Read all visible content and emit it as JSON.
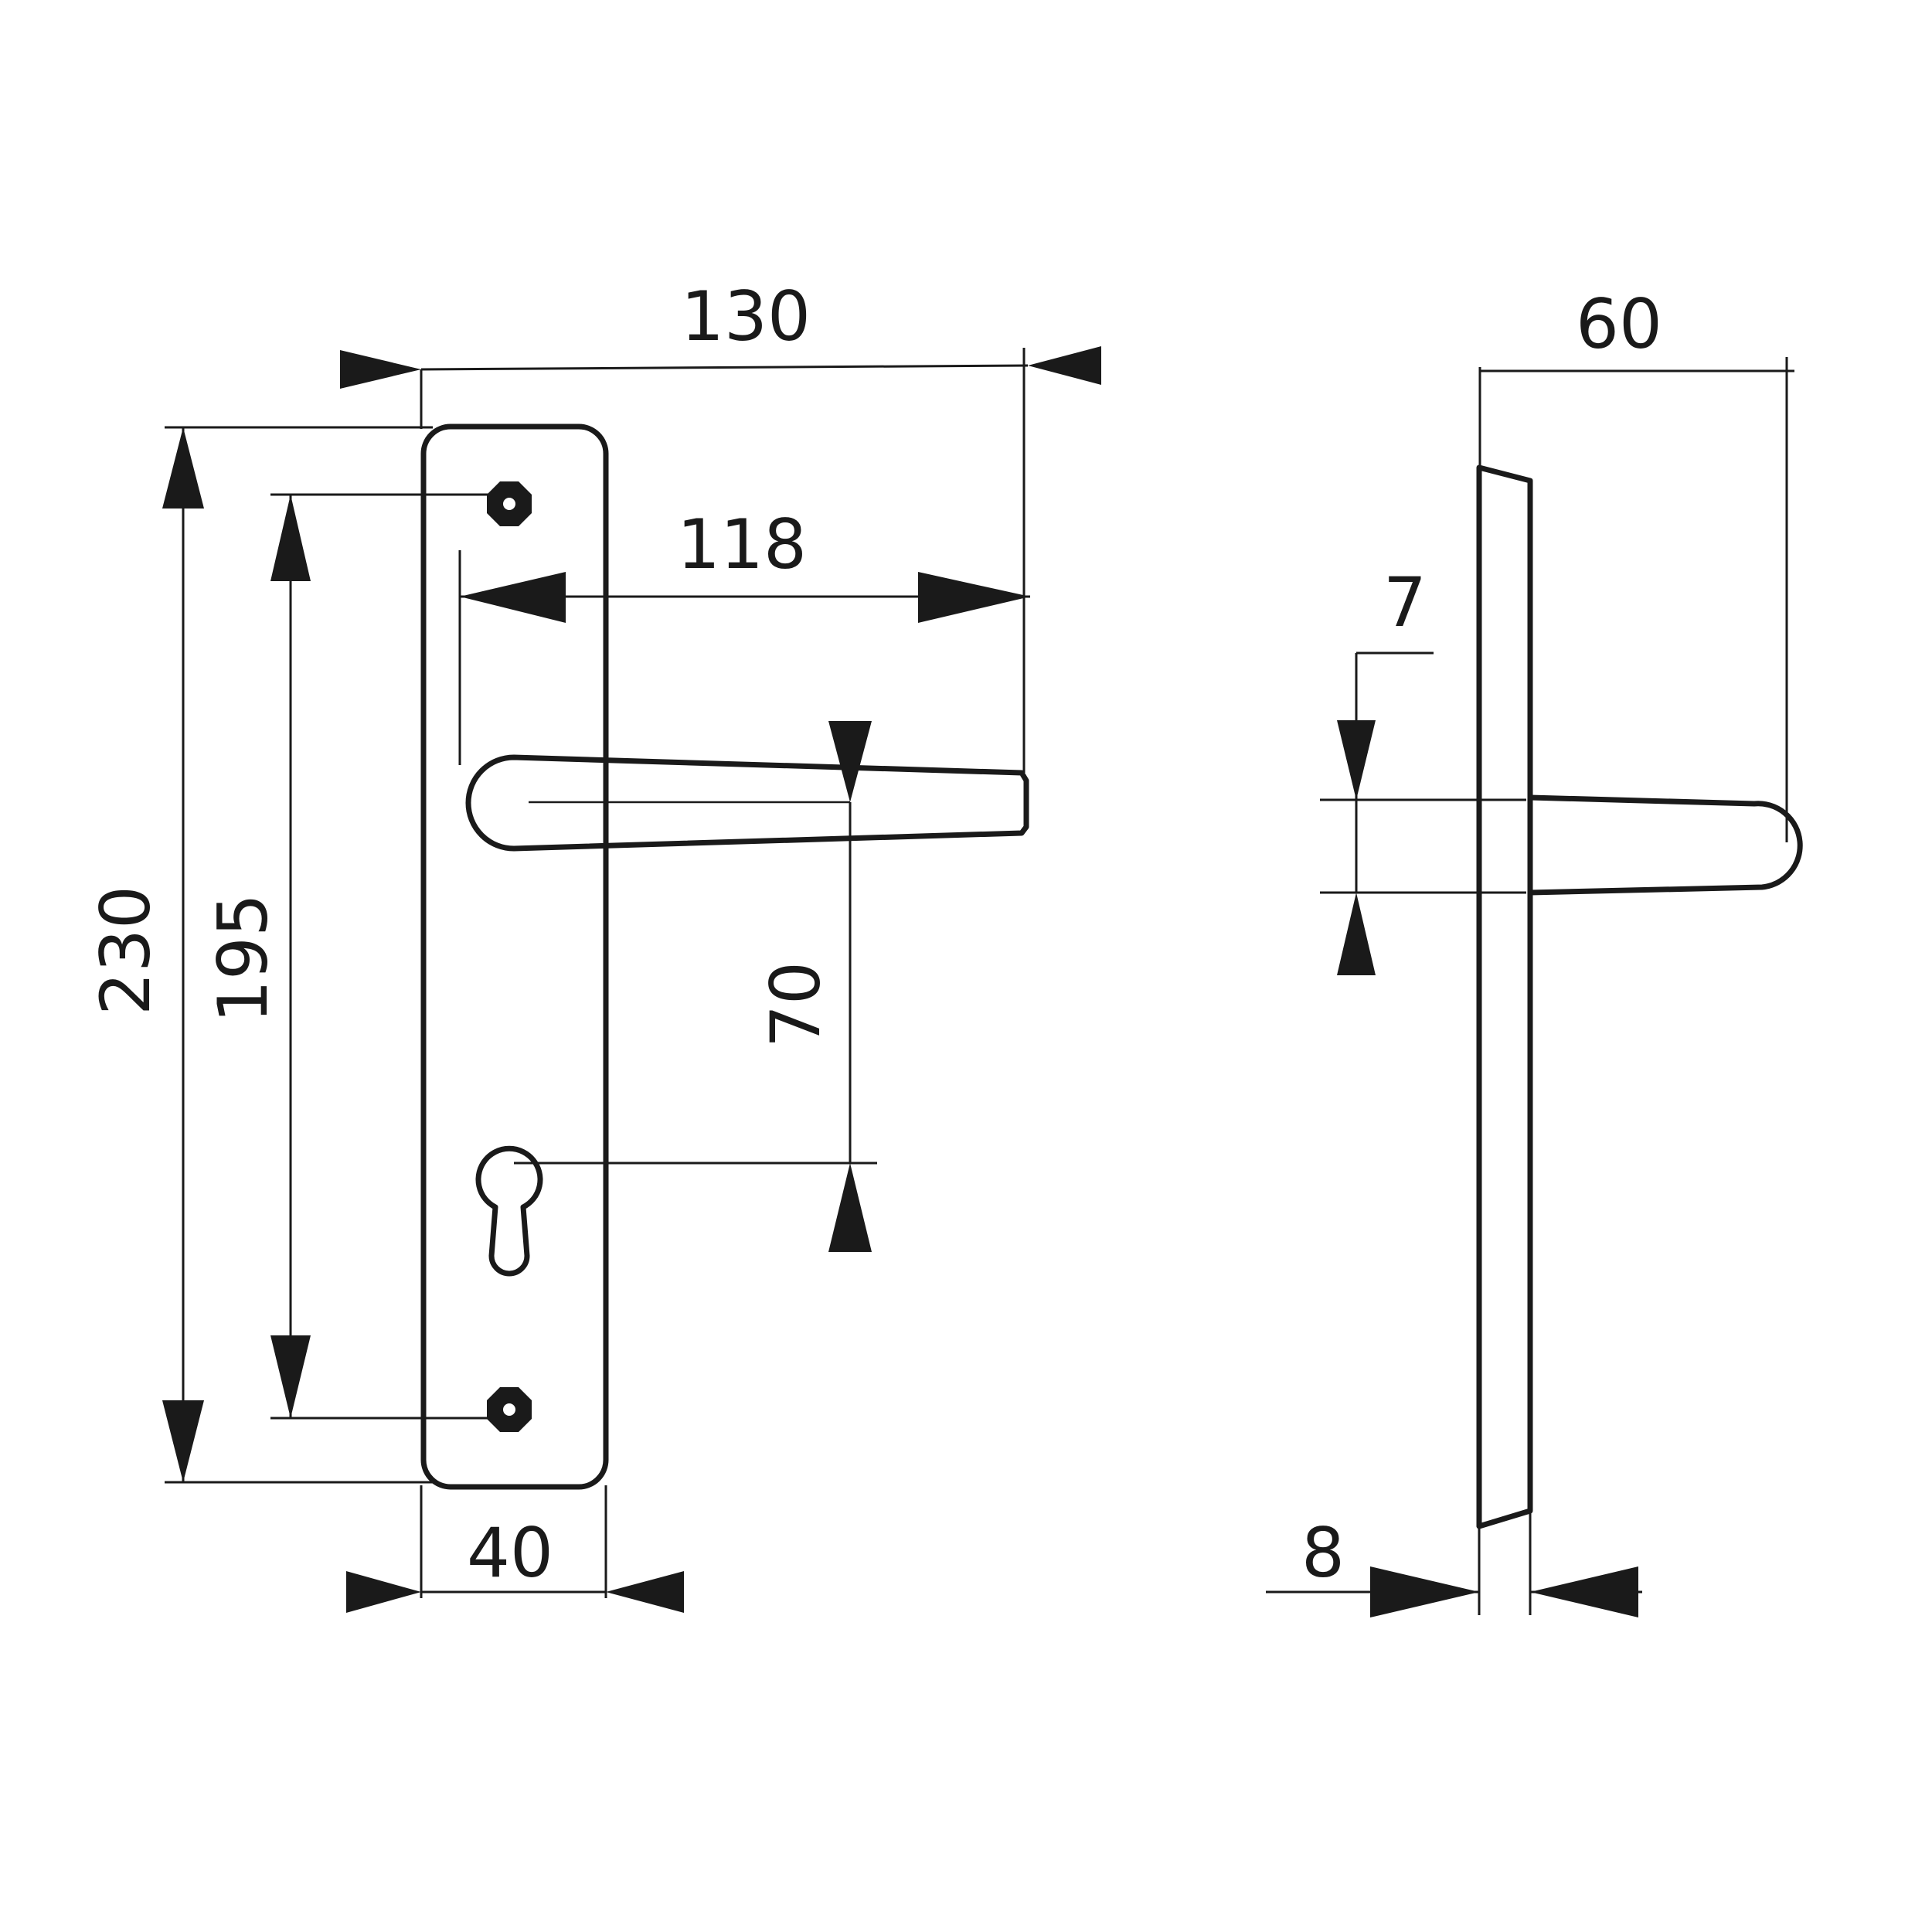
{
  "diagram": {
    "front_view": {
      "dimensions": {
        "overall_width": "130",
        "lever_length": "118",
        "plate_height": "230",
        "screw_spacing": "195",
        "lever_to_cylinder": "70",
        "plate_width": "40"
      }
    },
    "side_view": {
      "dimensions": {
        "lever_projection": "60",
        "lever_thickness": "7",
        "plate_thickness": "8"
      }
    },
    "colors": {
      "line": "#1a1a1a",
      "background": "#ffffff"
    }
  }
}
